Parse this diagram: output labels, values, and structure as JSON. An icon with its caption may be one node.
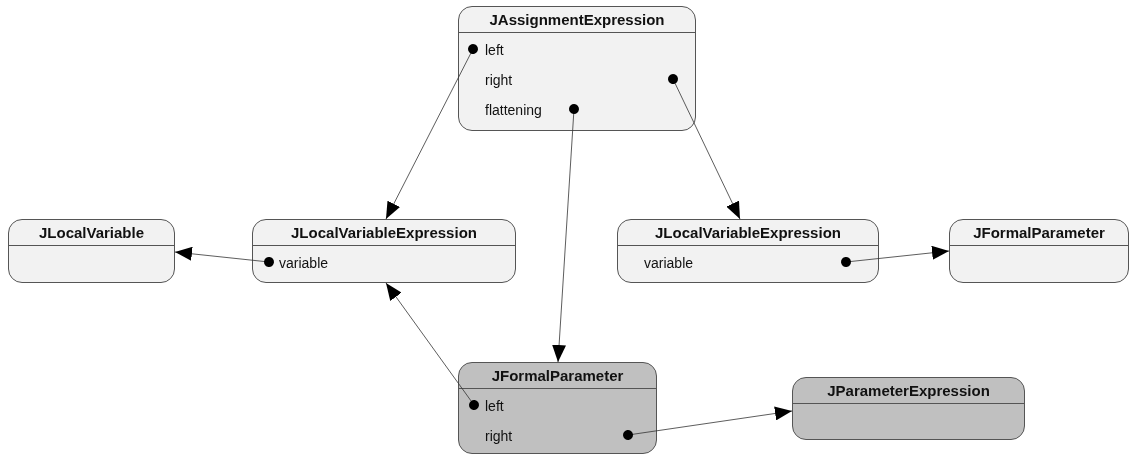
{
  "diagram": {
    "nodes": [
      {
        "text": [
          "JAssignmentExpression",
          "left",
          "right",
          "flattening"
        ]
      },
      {
        "text": [
          "JLocalVariable"
        ]
      },
      {
        "text": [
          "JLocalVariableExpression",
          "variable"
        ]
      },
      {
        "text": [
          "JLocalVariableExpression",
          "variable"
        ]
      },
      {
        "text": [
          "JFormalParameter"
        ]
      },
      {
        "text": [
          "JFormalParameter",
          "left",
          "right"
        ]
      },
      {
        "text": [
          "JParameterExpression"
        ]
      }
    ],
    "edges": [
      {
        "from": 0,
        "to": 2,
        "arrow": "to"
      },
      {
        "from": 0,
        "to": 3,
        "arrow": "to"
      },
      {
        "from": 0,
        "to": 5,
        "arrow": "to"
      },
      {
        "from": 2,
        "to": 1,
        "arrow": "to"
      },
      {
        "from": 3,
        "to": 4,
        "arrow": "to"
      },
      {
        "from": 5,
        "to": 2,
        "arrow": "to"
      },
      {
        "from": 5,
        "to": 6,
        "arrow": "to"
      }
    ]
  }
}
